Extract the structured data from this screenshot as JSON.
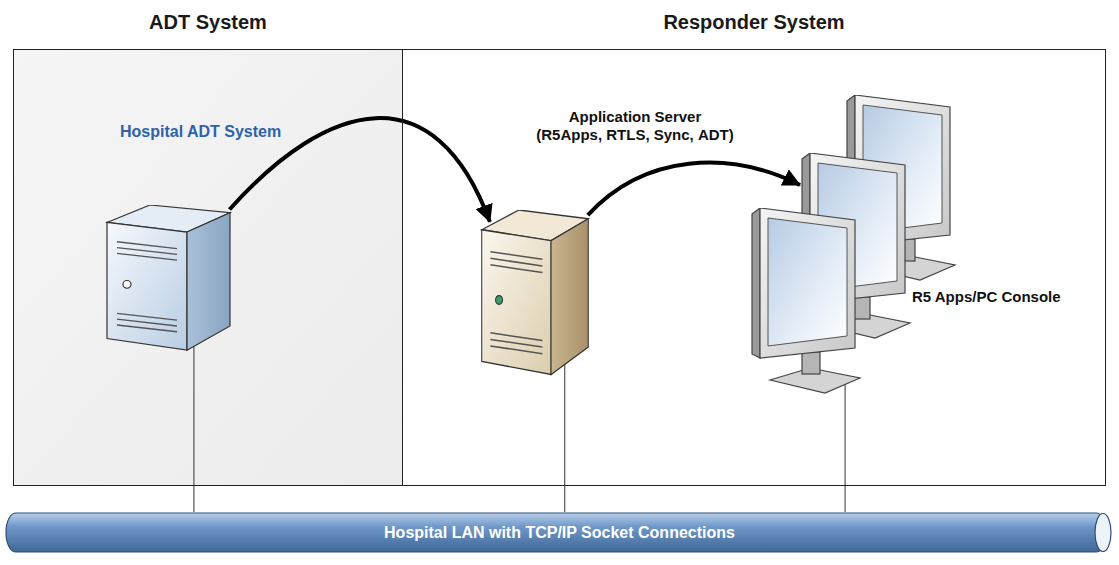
{
  "diagram": {
    "nodes": [
      {
        "text": [
          "ADT System"
        ]
      },
      {
        "text": [
          "Responder System"
        ]
      },
      {
        "text": [
          "Hospital ADT System"
        ],
        "in": 0
      },
      {
        "text": [
          "Application Server (R5Apps, RTLS, Sync, ADT)"
        ],
        "in": 1
      },
      {
        "text": [
          "R5 Apps/PC Console"
        ],
        "in": 1
      },
      {
        "text": [
          "Hospital LAN with TCP/IP Socket Connections"
        ]
      }
    ],
    "edges": [
      {
        "from": 2,
        "to": 3,
        "arrow": "to"
      },
      {
        "from": 3,
        "to": 4,
        "arrow": "to"
      },
      {
        "from": 2,
        "to": 5,
        "arrow": "none"
      },
      {
        "from": 3,
        "to": 5,
        "arrow": "none"
      },
      {
        "from": 4,
        "to": 5,
        "arrow": "none"
      }
    ]
  }
}
